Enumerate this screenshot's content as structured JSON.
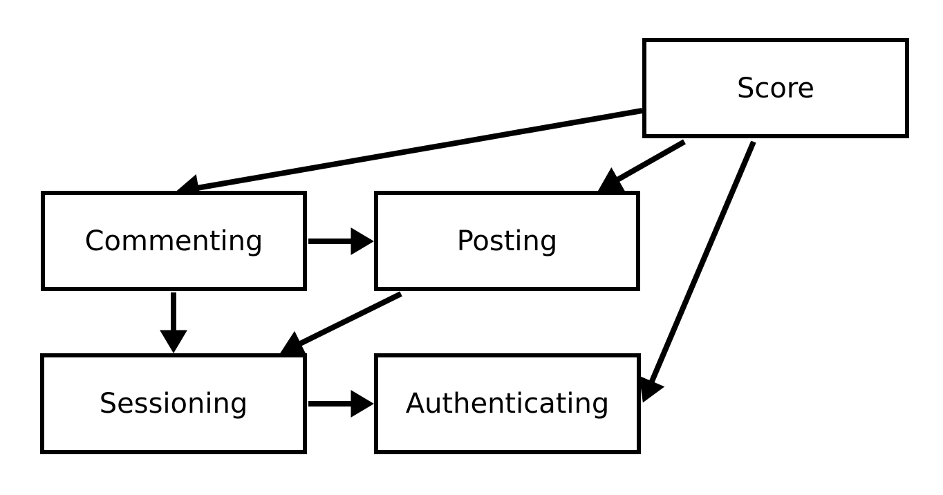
{
  "nodes": {
    "score": {
      "label": "Score"
    },
    "commenting": {
      "label": "Commenting"
    },
    "posting": {
      "label": "Posting"
    },
    "sessioning": {
      "label": "Sessioning"
    },
    "authenticating": {
      "label": "Authenticating"
    }
  },
  "edges": [
    {
      "from": "Score",
      "to": "Commenting"
    },
    {
      "from": "Score",
      "to": "Posting"
    },
    {
      "from": "Score",
      "to": "Authenticating"
    },
    {
      "from": "Commenting",
      "to": "Posting"
    },
    {
      "from": "Commenting",
      "to": "Sessioning"
    },
    {
      "from": "Posting",
      "to": "Sessioning"
    },
    {
      "from": "Sessioning",
      "to": "Authenticating"
    }
  ],
  "colors": {
    "stroke": "#000000",
    "background": "#ffffff"
  }
}
